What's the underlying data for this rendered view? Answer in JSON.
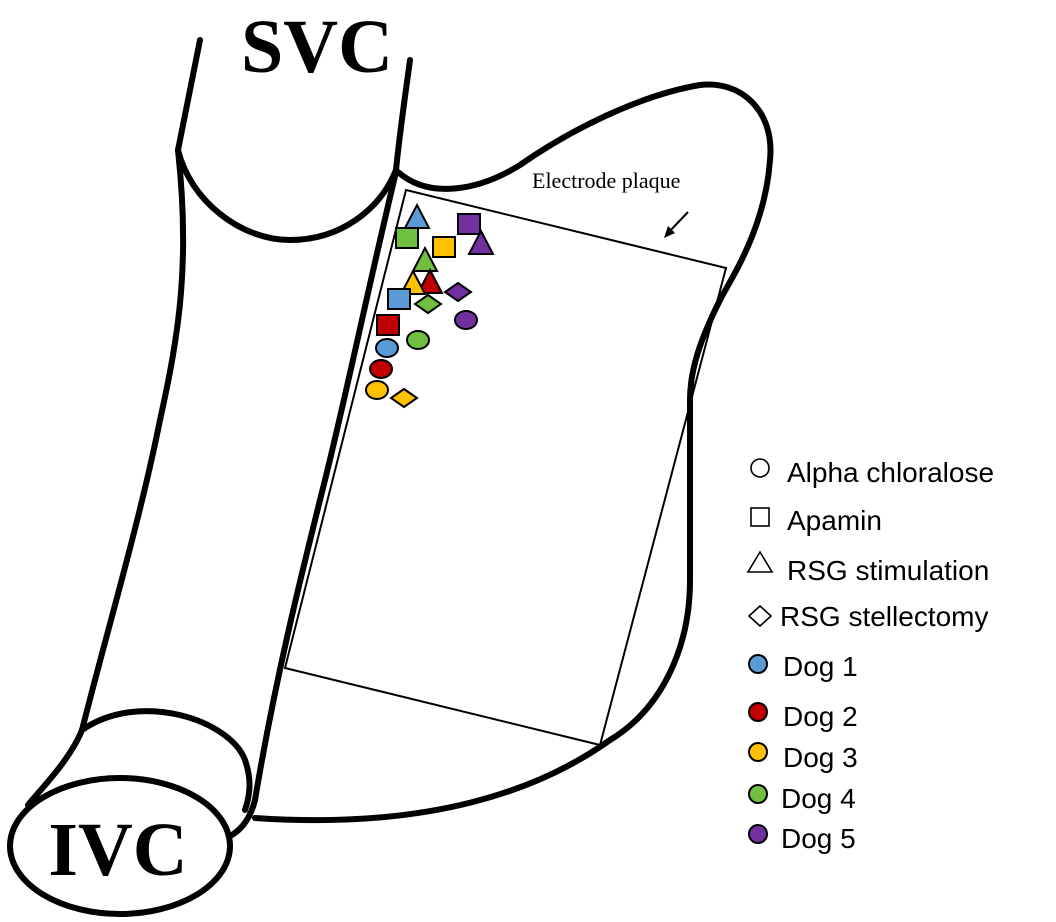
{
  "labels": {
    "svc": "SVC",
    "ivc": "IVC",
    "plaque": "Electrode plaque"
  },
  "colors": {
    "dog1": "#5b9bd5",
    "dog2": "#c00000",
    "dog3": "#ffc000",
    "dog4": "#70bf41",
    "dog5": "#7030a0"
  },
  "legend": {
    "shapes": [
      {
        "shape": "circle",
        "label": "Alpha chloralose"
      },
      {
        "shape": "square",
        "label": "Apamin"
      },
      {
        "shape": "triangle",
        "label": "RSG stimulation"
      },
      {
        "shape": "diamond",
        "label": "RSG stellectomy"
      }
    ],
    "dogs": [
      {
        "color": "#5b9bd5",
        "label": "Dog 1"
      },
      {
        "color": "#c00000",
        "label": "Dog 2"
      },
      {
        "color": "#ffc000",
        "label": "Dog 3"
      },
      {
        "color": "#70bf41",
        "label": "Dog 4"
      },
      {
        "color": "#7030a0",
        "label": "Dog 5"
      }
    ]
  },
  "markers": [
    {
      "shape": "triangle",
      "dog": "Dog 1"
    },
    {
      "shape": "square",
      "dog": "Dog 5"
    },
    {
      "shape": "square",
      "dog": "Dog 4"
    },
    {
      "shape": "square",
      "dog": "Dog 3"
    },
    {
      "shape": "triangle",
      "dog": "Dog 5"
    },
    {
      "shape": "triangle",
      "dog": "Dog 4"
    },
    {
      "shape": "triangle",
      "dog": "Dog 2"
    },
    {
      "shape": "triangle",
      "dog": "Dog 3"
    },
    {
      "shape": "square",
      "dog": "Dog 1"
    },
    {
      "shape": "diamond",
      "dog": "Dog 4"
    },
    {
      "shape": "diamond",
      "dog": "Dog 5"
    },
    {
      "shape": "square",
      "dog": "Dog 2"
    },
    {
      "shape": "circle",
      "dog": "Dog 5"
    },
    {
      "shape": "circle",
      "dog": "Dog 1"
    },
    {
      "shape": "circle",
      "dog": "Dog 4"
    },
    {
      "shape": "circle",
      "dog": "Dog 2"
    },
    {
      "shape": "circle",
      "dog": "Dog 3"
    },
    {
      "shape": "diamond",
      "dog": "Dog 3"
    }
  ]
}
